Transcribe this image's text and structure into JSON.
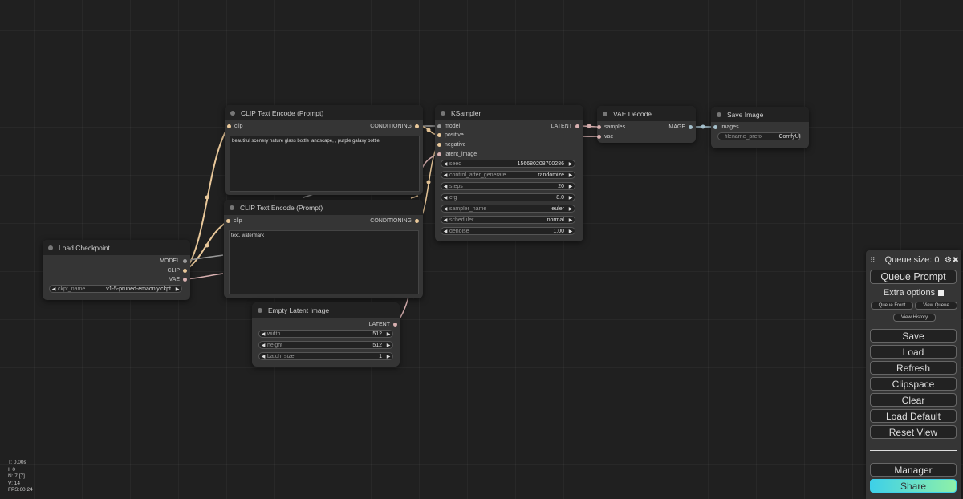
{
  "nodes": {
    "clip_pos": {
      "title": "CLIP Text Encode (Prompt)",
      "input_clip": "clip",
      "output": "CONDITIONING",
      "text": "beautiful scenery nature glass bottle landscape, , purple galaxy bottle,"
    },
    "clip_neg": {
      "title": "CLIP Text Encode (Prompt)",
      "input_clip": "clip",
      "output": "CONDITIONING",
      "text": "text, watermark"
    },
    "ksampler": {
      "title": "KSampler",
      "inputs": [
        "model",
        "positive",
        "negative",
        "latent_image"
      ],
      "output": "LATENT",
      "widgets": [
        {
          "name": "seed",
          "value": "156680208700286"
        },
        {
          "name": "control_after_generate",
          "value": "randomize"
        },
        {
          "name": "steps",
          "value": "20"
        },
        {
          "name": "cfg",
          "value": "8.0"
        },
        {
          "name": "sampler_name",
          "value": "euler"
        },
        {
          "name": "scheduler",
          "value": "normal"
        },
        {
          "name": "denoise",
          "value": "1.00"
        }
      ]
    },
    "vae_decode": {
      "title": "VAE Decode",
      "inputs": [
        "samples",
        "vae"
      ],
      "output": "IMAGE"
    },
    "save_image": {
      "title": "Save Image",
      "input": "images",
      "widget": {
        "name": "filename_prefix",
        "value": "ComfyUI"
      }
    },
    "load_checkpoint": {
      "title": "Load Checkpoint",
      "outputs": [
        "MODEL",
        "CLIP",
        "VAE"
      ],
      "widget": {
        "name": "ckpt_name",
        "value": "v1-5-pruned-emaonly.ckpt"
      }
    },
    "empty_latent": {
      "title": "Empty Latent Image",
      "output": "LATENT",
      "widgets": [
        {
          "name": "width",
          "value": "512"
        },
        {
          "name": "height",
          "value": "512"
        },
        {
          "name": "batch_size",
          "value": "1"
        }
      ]
    }
  },
  "menu": {
    "drag_handle_icon": "drag-handle-icon",
    "queue_size": "Queue size: 0",
    "gear_icon": "gear-icon",
    "close_icon": "close-icon",
    "queue_prompt": "Queue Prompt",
    "extra_options": "Extra options",
    "queue_front": "Queue Front",
    "view_queue": "View Queue",
    "view_history": "View History",
    "save": "Save",
    "load": "Load",
    "refresh": "Refresh",
    "clipspace": "Clipspace",
    "clear": "Clear",
    "load_default": "Load Default",
    "reset_view": "Reset View",
    "manager": "Manager",
    "share": "Share"
  },
  "stats": {
    "t": "T: 0.00s",
    "i": "I: 0",
    "n": "N: 7 [7]",
    "v": "V: 14",
    "fps": "FPS:60.24"
  },
  "colors": {
    "clip_wire": "#f5d6a8",
    "model_wire": "#b39ddb",
    "vae_wire": "#ff6e6e",
    "latent_wire": "#ffa4d8",
    "image_wire": "#64b5f6",
    "share_gradient_start": "#3ed0e8",
    "share_gradient_end": "#8ef0a8"
  }
}
